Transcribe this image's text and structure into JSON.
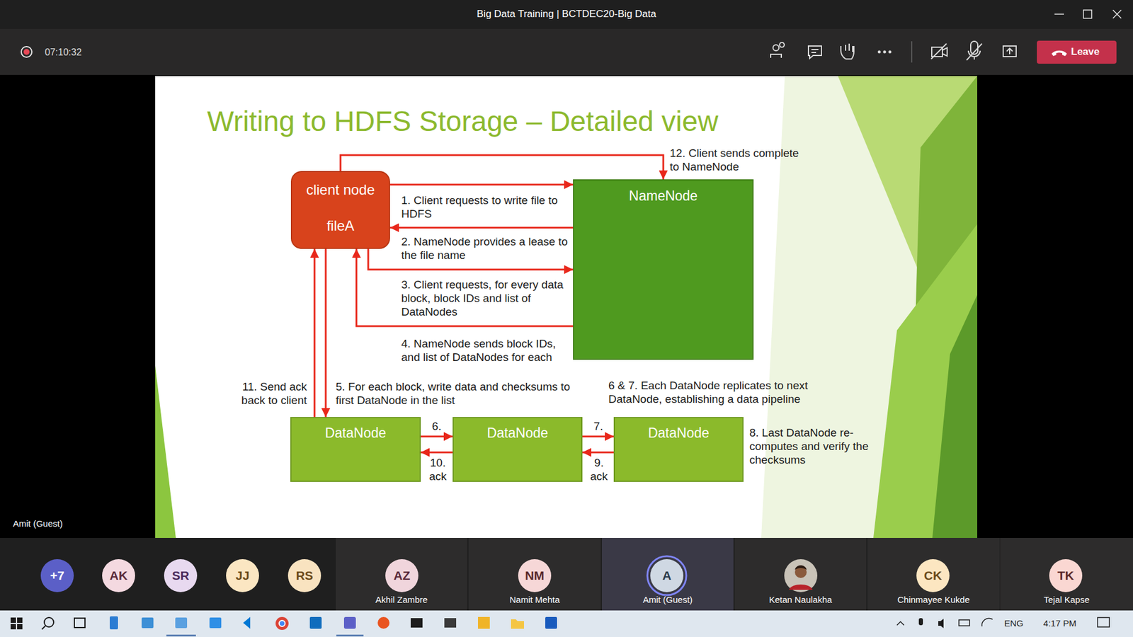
{
  "diagram": {
    "title": "Writing to HDFS Storage – Detailed view",
    "nodes": [
      {
        "text": [
          "client node",
          "fileA"
        ]
      },
      {
        "text": [
          "NameNode"
        ]
      },
      {
        "text": [
          "DataNode"
        ]
      },
      {
        "text": [
          "DataNode"
        ]
      },
      {
        "text": [
          "DataNode"
        ]
      }
    ],
    "edges": [
      {
        "from": 0,
        "to": 1,
        "arrow": "to",
        "label": "1. Client requests to write file to HDFS"
      },
      {
        "from": 1,
        "to": 0,
        "arrow": "to",
        "label": "2. NameNode provides a lease to the file name"
      },
      {
        "from": 0,
        "to": 1,
        "arrow": "to",
        "label": "3. Client requests, for every data block, block IDs and list of DataNodes"
      },
      {
        "from": 1,
        "to": 0,
        "arrow": "to",
        "label": "4. NameNode sends block IDs, and list of DataNodes for each"
      },
      {
        "from": 0,
        "to": 2,
        "arrow": "to",
        "label": "5. For each block, write data and checksums to first DataNode in the list"
      },
      {
        "from": 2,
        "to": 3,
        "arrow": "to",
        "label": "6."
      },
      {
        "from": 3,
        "to": 4,
        "arrow": "to",
        "label": "7."
      },
      {
        "from": 4,
        "to": 3,
        "arrow": "to",
        "label": "9. ack"
      },
      {
        "from": 3,
        "to": 2,
        "arrow": "to",
        "label": "10. ack"
      },
      {
        "from": 2,
        "to": 0,
        "arrow": "to",
        "label": "11. Send ack back to client"
      },
      {
        "from": 0,
        "to": 1,
        "arrow": "to",
        "label": "12. Client sends complete to NameNode"
      }
    ],
    "labels": [
      "Big Data Training | BCTDEC20-Big Data",
      "07:10:32",
      "Leave",
      "6 & 7. Each DataNode replicates to next DataNode, establishing a data pipeline",
      "8. Last DataNode re-computes and verify the checksums",
      "Amit (Guest)",
      "+7",
      "AK",
      "SR",
      "JJ",
      "RS",
      "AZ",
      "Akhil Zambre",
      "NM",
      "Namit Mehta",
      "A",
      "Amit (Guest)",
      "Ketan Naulakha",
      "CK",
      "Chinmayee Kukde",
      "TK",
      "Tejal Kapse",
      "ENG",
      "4:17 PM"
    ]
  }
}
